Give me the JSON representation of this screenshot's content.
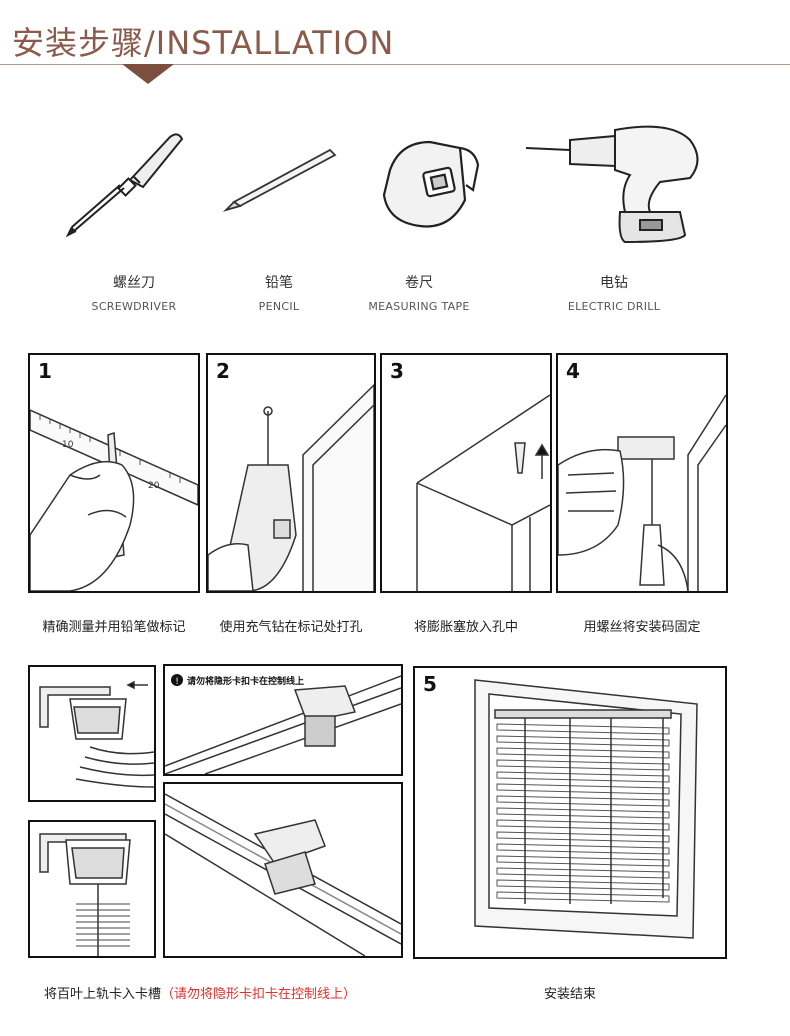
{
  "header": {
    "title": "安装步骤/INSTALLATION"
  },
  "tools": [
    {
      "cn": "螺丝刀",
      "en": "SCREWDRIVER",
      "icon": "screwdriver-icon"
    },
    {
      "cn": "铅笔",
      "en": "PENCIL",
      "icon": "pencil-icon"
    },
    {
      "cn": "卷尺",
      "en": "MEASURING TAPE",
      "icon": "measuring-tape-icon"
    },
    {
      "cn": "电钻",
      "en": "ELECTRIC DRILL",
      "icon": "electric-drill-icon"
    }
  ],
  "steps": [
    {
      "num": "1",
      "caption": "精确测量并用铅笔做标记"
    },
    {
      "num": "2",
      "caption": "使用充气钻在标记处打孔"
    },
    {
      "num": "3",
      "caption": "将膨胀塞放入孔中"
    },
    {
      "num": "4",
      "caption": "用螺丝将安装码固定"
    }
  ],
  "ruler_labels": [
    "10",
    "20"
  ],
  "clip_note": "请勿将隐形卡扣卡在控制线上",
  "bottom": {
    "caption_main": "将百叶上轨卡入卡槽",
    "caption_note": "（请勿将隐形卡扣卡在控制线上）",
    "step5_num": "5",
    "step5_caption": "安装结束"
  },
  "colors": {
    "title": "#8a5a4a",
    "accent": "#7b4e3d",
    "warning": "#e0312d"
  }
}
